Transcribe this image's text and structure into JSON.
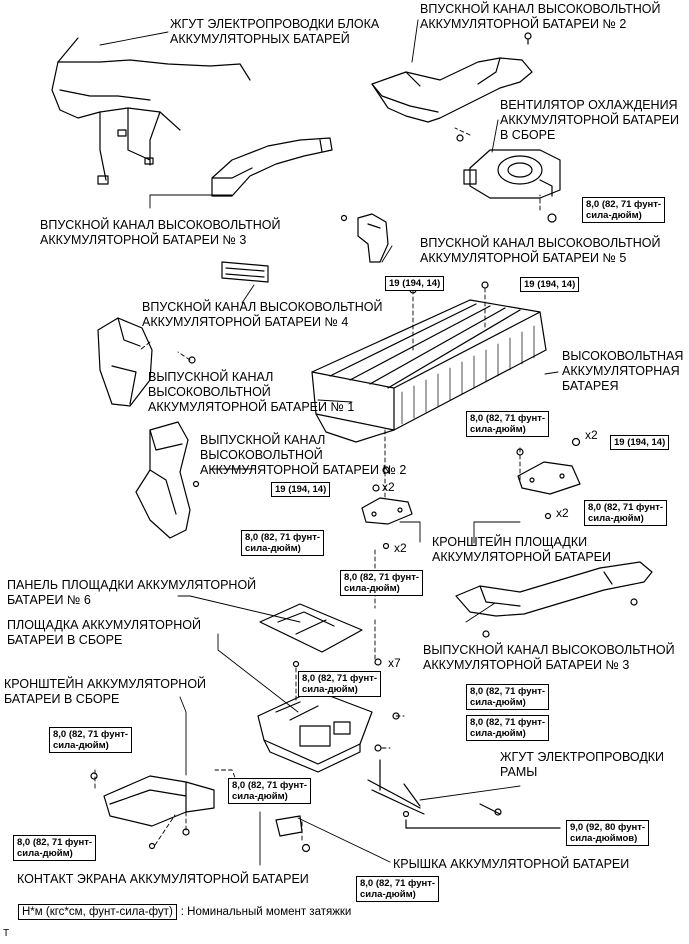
{
  "labels": {
    "harness_block": [
      "ЖГУТ ЭЛЕКТРОПРОВОДКИ БЛОКА",
      "АККУМУЛЯТОРНЫХ БАТАРЕЙ"
    ],
    "intake_duct_2": [
      "ВПУСКНОЙ КАНАЛ ВЫСОКОВОЛЬТНОЙ",
      "АККУМУЛЯТОРНОЙ БАТАРЕИ № 2"
    ],
    "cooling_fan": [
      "ВЕНТИЛЯТОР ОХЛАЖДЕНИЯ",
      "АККУМУЛЯТОРНОЙ БАТАРЕИ",
      "В СБОРЕ"
    ],
    "intake_duct_3": [
      "ВПУСКНОЙ КАНАЛ ВЫСОКОВОЛЬТНОЙ",
      "АККУМУЛЯТОРНОЙ БАТАРЕИ № 3"
    ],
    "intake_duct_5": [
      "ВПУСКНОЙ КАНАЛ ВЫСОКОВОЛЬТНОЙ",
      "АККУМУЛЯТОРНОЙ БАТАРЕИ № 5"
    ],
    "intake_duct_4": [
      "ВПУСКНОЙ КАНАЛ ВЫСОКОВОЛЬТНОЙ",
      "АККУМУЛЯТОРНОЙ БАТАРЕИ № 4"
    ],
    "hv_battery": [
      "ВЫСОКОВОЛЬТНАЯ",
      "АККУМУЛЯТОРНАЯ",
      "БАТАРЕЯ"
    ],
    "exhaust_duct_1": [
      "ВЫПУСКНОЙ КАНАЛ",
      "ВЫСОКОВОЛЬТНОЙ",
      "АККУМУЛЯТОРНОЙ БАТАРЕИ № 1"
    ],
    "exhaust_duct_2": [
      "ВЫПУСКНОЙ КАНАЛ",
      "ВЫСОКОВОЛЬТНОЙ",
      "АККУМУЛЯТОРНОЙ БАТАРЕИ № 2"
    ],
    "tray_bracket": [
      "КРОНШТЕЙН ПЛОЩАДКИ",
      "АККУМУЛЯТОРНОЙ БАТАРЕИ"
    ],
    "tray_panel_6": [
      "ПАНЕЛЬ ПЛОЩАДКИ АККУМУЛЯТОРНОЙ",
      "БАТАРЕИ № 6"
    ],
    "tray_assy": [
      "ПЛОЩАДКА АККУМУЛЯТОРНОЙ",
      "БАТАРЕИ В СБОРЕ"
    ],
    "exhaust_duct_3": [
      "ВЫПУСКНОЙ КАНАЛ ВЫСОКОВОЛЬТНОЙ",
      "АККУМУЛЯТОРНОЙ БАТАРЕИ № 3"
    ],
    "bracket_assy": [
      "КРОНШТЕЙН АККУМУЛЯТОРНОЙ",
      "БАТАРЕИ В СБОРЕ"
    ],
    "frame_harness": [
      "ЖГУТ ЭЛЕКТРОПРОВОДКИ",
      "РАМЫ"
    ],
    "battery_cover": [
      "КРЫШКА АККУМУЛЯТОРНОЙ БАТАРЕИ"
    ],
    "screen_contact": [
      "КОНТАКТ ЭКРАНА АККУМУЛЯТОРНОЙ БАТАРЕИ"
    ]
  },
  "torque": {
    "t8_line1": "8,0 (82, 71 фунт-",
    "t8_line2": "сила-дюйм)",
    "t19": "19 (194, 14)",
    "t9_line1": "9,0 (92, 80 фунт-",
    "t9_line2": "сила-дюймов)"
  },
  "multipliers": {
    "x2": "x2",
    "x7": "x7"
  },
  "legend": {
    "key": "Н*м (кгс*см, фунт-сила-фут)",
    "text": ": Номинальный момент затяжки"
  },
  "corner_mark": "T"
}
